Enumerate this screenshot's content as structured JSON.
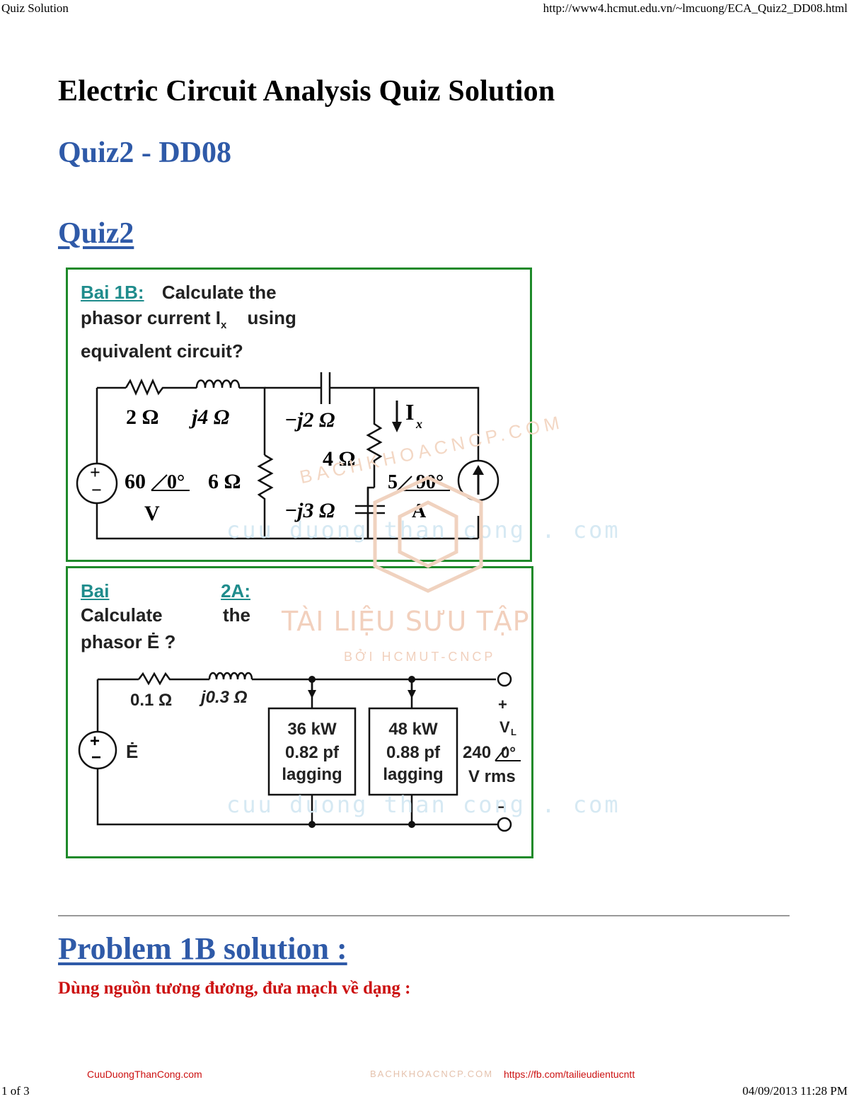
{
  "header": {
    "title": "Quiz Solution",
    "url": "http://www4.hcmut.edu.vn/~lmcuong/ECA_Quiz2_DD08.html"
  },
  "page": {
    "heading": "Electric Circuit Analysis Quiz Solution",
    "subheading": "Quiz2 - DD08",
    "section": "Quiz2"
  },
  "problem1": {
    "label": "Bai 1B:",
    "line1": "Calculate the",
    "line2a": "phasor current I",
    "line2sub": "x",
    "line2b": "using",
    "line3": "equivalent circuit?",
    "labels": {
      "r2": "2 Ω",
      "l4": "j4 Ω",
      "c2": "−j2 Ω",
      "ix": "I",
      "ixsub": "x",
      "r4": "4 Ω",
      "src": "60",
      "srcang": "0°",
      "srcunit": "V",
      "r6": "6 Ω",
      "isrc": "5",
      "isrcang": "90°",
      "isrcunit": "A",
      "c3": "−j3 Ω"
    }
  },
  "problem2": {
    "label1": "Bai",
    "label2": "2A:",
    "line1a": "Calculate",
    "line1b": "the",
    "line2": "phasor Ė ?",
    "labels": {
      "r": "0.1 Ω",
      "x": "j0.3 Ω",
      "e": "Ė",
      "load1": [
        "36 kW",
        "0.82 pf",
        "lagging"
      ],
      "load2": [
        "48 kW",
        "0.88 pf",
        "lagging"
      ],
      "plus": "+",
      "vl": "V",
      "vlsub": "L",
      "vval": "240",
      "vang": "0°",
      "vunit": "V rms",
      "minus": "−"
    }
  },
  "solution": {
    "title": "Problem 1B solution :",
    "text": "Dùng nguồn tương đương, đưa mạch về dạng :"
  },
  "watermarks": {
    "line1": "cuu duong than cong . com",
    "line2": "cuu duong than cong . com",
    "big": "TÀI LIỆU SƯU TẬP",
    "small": "BỞI HCMUT-CNCP",
    "arc": "BACHKHOACNCP.COM"
  },
  "footer": {
    "link1": "CuuDuongThanCong.com",
    "link2": "BACHKHOACNCP.COM",
    "link3": "https://fb.com/tailieudientucntt",
    "page": "1 of 3",
    "date": "04/09/2013 11:28 PM"
  }
}
